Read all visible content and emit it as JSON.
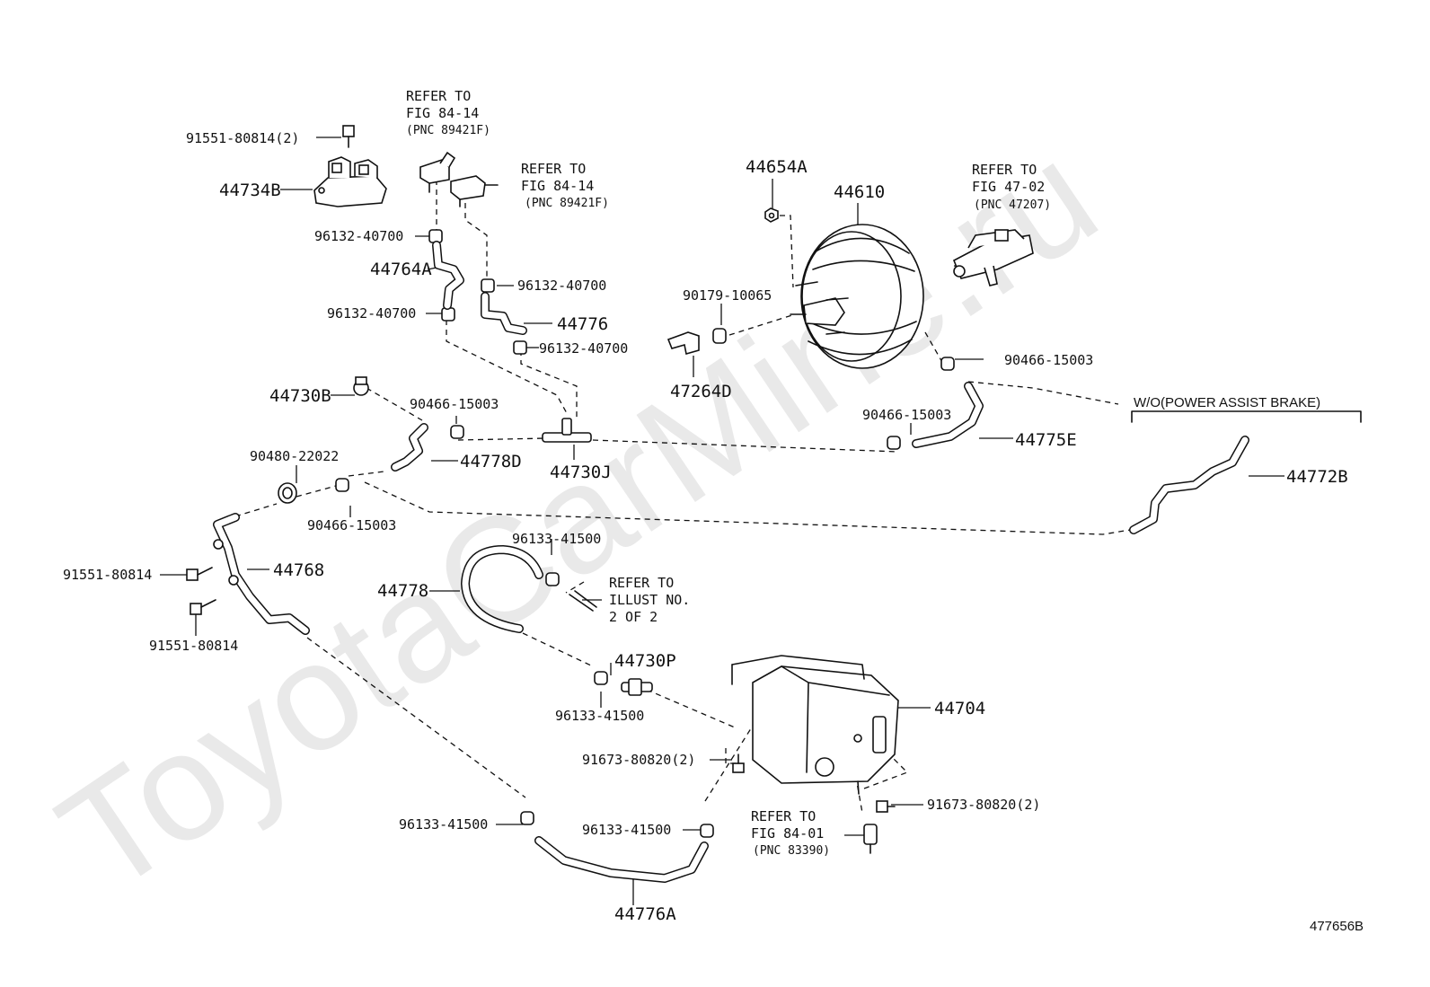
{
  "watermark": "ToyotaCarMine.ru",
  "figure_id": "477656B",
  "section_label": "W/O(POWER ASSIST BRAKE)",
  "refer_notes": {
    "n1": [
      "REFER TO",
      "FIG 84-14",
      "(PNC 89421F)"
    ],
    "n2": [
      "REFER TO",
      "FIG 84-14",
      "(PNC 89421F)"
    ],
    "n3": [
      "REFER TO",
      "FIG 47-02",
      "(PNC 47207)"
    ],
    "n4": [
      "REFER TO",
      "ILLUST NO.",
      "2 OF 2"
    ],
    "n5": [
      "REFER TO",
      "FIG 84-01",
      "(PNC 83390)"
    ]
  },
  "parts": {
    "p_91551_2": "91551-80814(2)",
    "p_44734B": "44734B",
    "p_96132_a": "96132-40700",
    "p_44764A": "44764A",
    "p_96132_b": "96132-40700",
    "p_96132_c": "96132-40700",
    "p_44776": "44776",
    "p_96132_d": "96132-40700",
    "p_44654A": "44654A",
    "p_44610": "44610",
    "p_90179": "90179-10065",
    "p_47264D": "47264D",
    "p_90466_a": "90466-15003",
    "p_44730B": "44730B",
    "p_90466_b": "90466-15003",
    "p_90466_c": "90466-15003",
    "p_44775E": "44775E",
    "p_44778D": "44778D",
    "p_44730J": "44730J",
    "p_90480": "90480-22022",
    "p_90466_d": "90466-15003",
    "p_44772B": "44772B",
    "p_91551_a": "91551-80814",
    "p_44768": "44768",
    "p_91551_b": "91551-80814",
    "p_96133_a": "96133-41500",
    "p_44778": "44778",
    "p_44730P": "44730P",
    "p_96133_b": "96133-41500",
    "p_44704": "44704",
    "p_91673_a": "91673-80820(2)",
    "p_91673_b": "91673-80820(2)",
    "p_96133_c": "96133-41500",
    "p_96133_d": "96133-41500",
    "p_44776A": "44776A"
  }
}
